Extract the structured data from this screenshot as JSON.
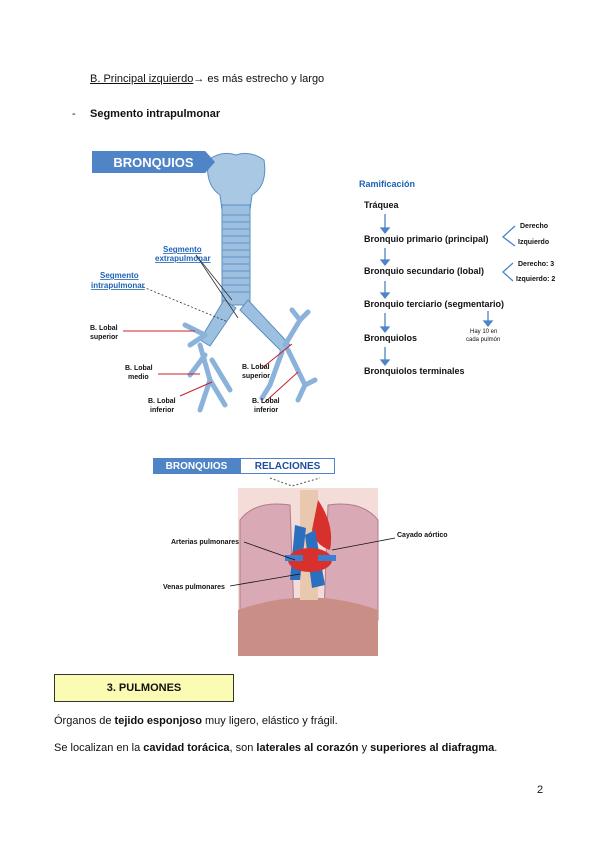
{
  "intro": {
    "link_text": "B. Principal izquierdo",
    "arrow": "→",
    "rest": " es más estrecho y largo"
  },
  "segment": {
    "bullet": "-",
    "title": "Segmento intrapulmonar"
  },
  "figure1": {
    "badge": "BRONQUIOS",
    "labels": {
      "seg_extra_1": "Segmento",
      "seg_extra_2": "extrapulmonar",
      "seg_intra_1": "Segmento",
      "seg_intra_2": "intrapulmonar",
      "lobal_sup_left_1": "B. Lobal",
      "lobal_sup_left_2": "superior",
      "lobal_medio_1": "B. Lobal",
      "lobal_medio_2": "medio",
      "lobal_inf_left_1": "B. Lobal",
      "lobal_inf_left_2": "inferior",
      "lobal_sup_right_1": "B. Lobal",
      "lobal_sup_right_2": "superior",
      "lobal_inf_right_1": "B. Lobal",
      "lobal_inf_right_2": "inferior"
    },
    "ramification": {
      "title": "Ramificación",
      "traquea": "Tráquea",
      "primario": "Bronquio primario (principal)",
      "derecho": "Derecho",
      "izquierdo": "Izquierdo",
      "secundario": "Bronquio secundario (lobal)",
      "derecho3": "Derecho: 3",
      "izquierdo2": "Izquierdo: 2",
      "terciario": "Bronquio terciario (segmentario)",
      "bronquiolos": "Bronquiolos",
      "hay10_1": "Hay 10 en",
      "hay10_2": "cada pulmón",
      "terminales": "Bronquiolos terminales"
    }
  },
  "figure2": {
    "tab1": "BRONQUIOS",
    "tab2": "RELACIONES",
    "arterias": "Arterias pulmonares",
    "cayado": "Cayado aórtico",
    "venas": "Venas pulmonares"
  },
  "section": {
    "title": "3. PULMONES"
  },
  "para1": {
    "a": "Órganos de ",
    "b": "tejido esponjoso",
    "c": " muy ligero, elástico y frágil."
  },
  "para2": {
    "a": "Se localizan en la ",
    "b": "cavidad torácica",
    "c": ", son ",
    "d": "laterales al corazón",
    "e": " y ",
    "f": "superiores al diafragma",
    "g": "."
  },
  "page_number": "2",
  "colors": {
    "blue": "#4f84c7",
    "link_blue": "#1e63b5",
    "red": "#c8222a",
    "yellow": "#fbfbb3"
  }
}
